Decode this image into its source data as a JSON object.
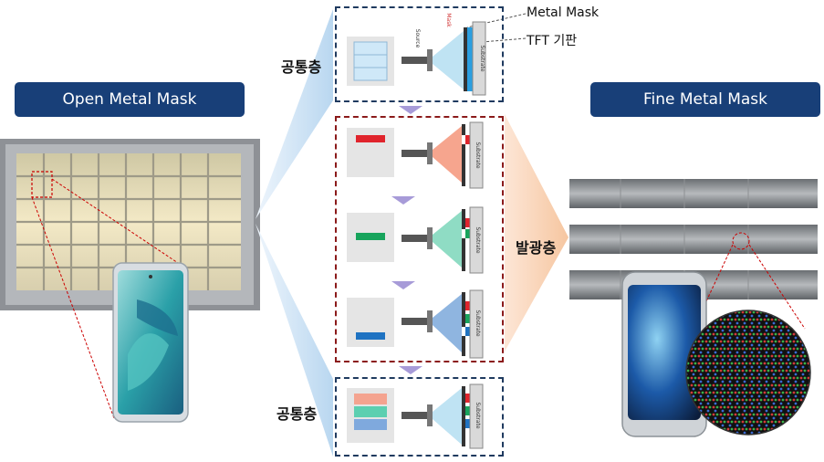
{
  "left_panel": {
    "title": "Open Metal Mask"
  },
  "right_panel": {
    "title": "Fine Metal Mask"
  },
  "center": {
    "common_layer_label_top": "공통층",
    "emission_layer_label": "발광층",
    "common_layer_label_bottom": "공통층",
    "annotation_metal_mask": "Metal Mask",
    "annotation_tft": "TFT 기판",
    "diagram_text_source": "Source",
    "diagram_text_mask": "Mask",
    "diagram_text_substrate": "Substrate"
  },
  "colors": {
    "pill_bg": "#183f78",
    "red_stripe": "#e0242c",
    "green_stripe": "#17a45c",
    "blue_stripe": "#1f73c2",
    "common_plume": "#bfe3f3",
    "red_plume": "#f6a58e",
    "green_plume": "#8fdcc4",
    "blue_plume": "#8fb5e0"
  }
}
